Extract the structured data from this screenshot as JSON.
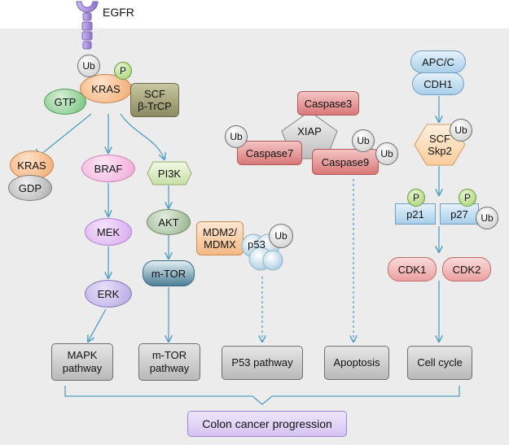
{
  "receptor": {
    "label": "EGFR",
    "color": "#a58fd0"
  },
  "kras_complex": {
    "kras": "KRAS",
    "gtp": "GTP",
    "scf_line1": "SCF",
    "scf_line2": "β-TrCP",
    "ub": "Ub",
    "p": "P"
  },
  "kras_gdp": {
    "kras": "KRAS",
    "gdp": "GDP"
  },
  "mapk_branch": {
    "braf": "BRAF",
    "mek": "MEK",
    "erk": "ERK"
  },
  "mtor_branch": {
    "pi3k": "PI3K",
    "akt": "AKT",
    "mtor": "m-TOR"
  },
  "p53_complex": {
    "mdm_line1": "MDM2/",
    "mdm_line2": "MDMX",
    "p53": "p53",
    "ub": "Ub"
  },
  "apoptosis_complex": {
    "caspase3": "Caspase3",
    "xiap": "XIAP",
    "caspase7": "Caspase7",
    "caspase9": "Caspase9",
    "ub_left": "Ub",
    "ub_right1": "Ub",
    "ub_right2": "Ub"
  },
  "cell_cycle_branch": {
    "apcc": "APC/C",
    "cdh1": "CDH1",
    "scf_line1": "SCF",
    "scf_line2": "Skp2",
    "ub_skp": "Ub",
    "p21": "p21",
    "p27": "p27",
    "p_p21": "P",
    "p_p27": "P",
    "ub_p27": "Ub",
    "cdk1": "CDK1",
    "cdk2": "CDK2"
  },
  "pathways": {
    "mapk_line1": "MAPK",
    "mapk_line2": "pathway",
    "mtor_line1": "m-TOR",
    "mtor_line2": "pathway",
    "p53": "P53 pathway",
    "apoptosis": "Apoptosis",
    "cell_cycle": "Cell cycle"
  },
  "outcome": {
    "label": "Colon cancer progression"
  },
  "colors": {
    "arrow": "#4f9fc2",
    "inhibit": "#4f9fc2",
    "brace": "#4f9fc2",
    "background": "#ececec"
  }
}
